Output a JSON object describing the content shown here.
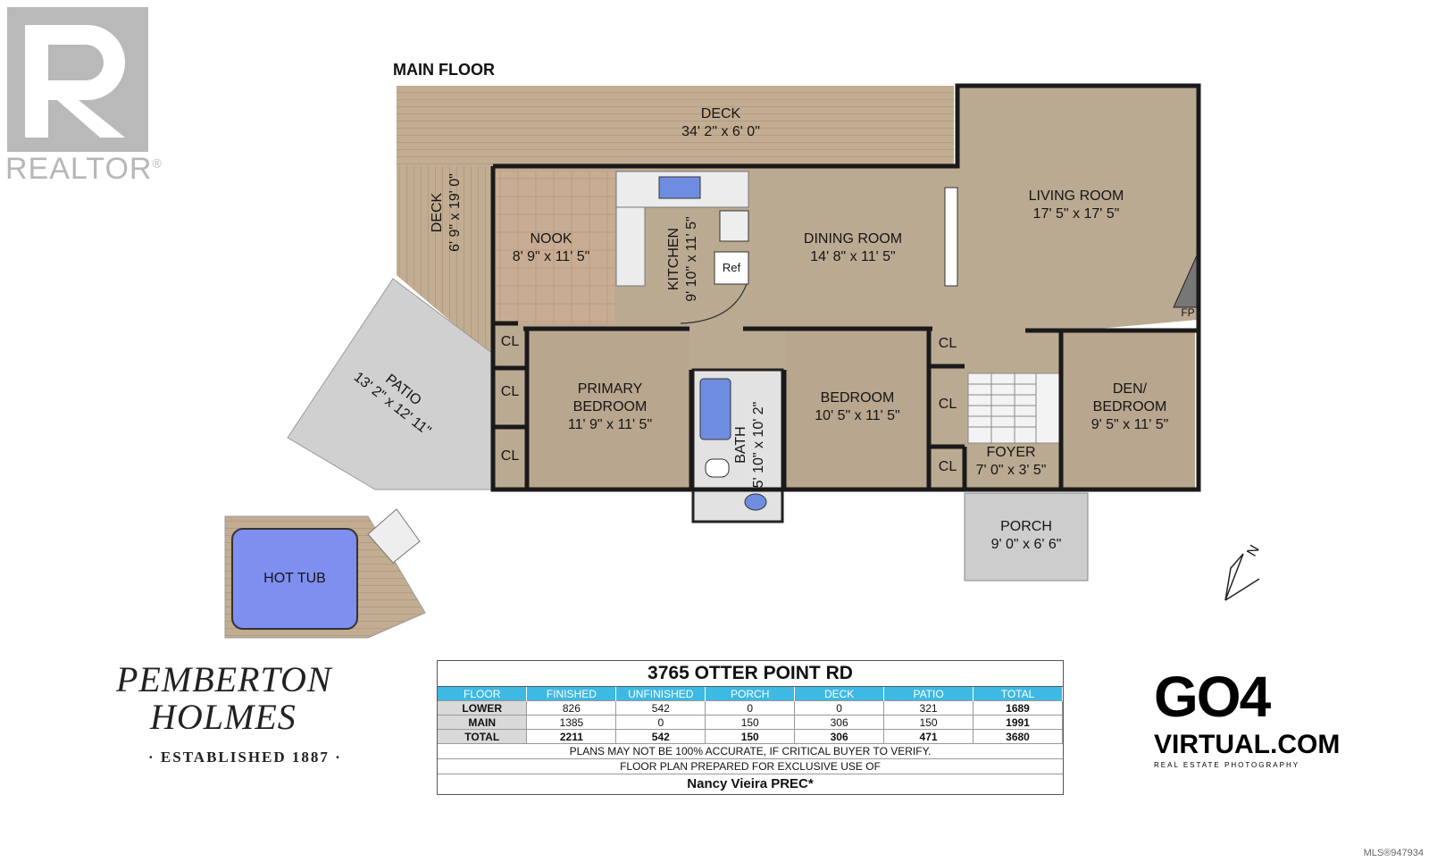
{
  "realtor": {
    "text": "REALTOR",
    "reg": "®"
  },
  "plan": {
    "floor_title": "MAIN FLOOR",
    "rooms": {
      "deck_top": {
        "name": "DECK",
        "dims": "34' 2\" x 6' 0\""
      },
      "deck_side": {
        "name": "DECK",
        "dims": "6' 9\" x 19' 0\""
      },
      "nook": {
        "name": "NOOK",
        "dims": "8' 9\" x 11' 5\""
      },
      "kitchen": {
        "name": "KITCHEN",
        "dims": "9' 10\" x 11' 5\""
      },
      "ref": {
        "name": "Ref"
      },
      "dining": {
        "name": "DINING ROOM",
        "dims": "14' 8\" x 11' 5\""
      },
      "living": {
        "name": "LIVING ROOM",
        "dims": "17' 5\" x 17' 5\""
      },
      "fp": {
        "name": "FP"
      },
      "patio": {
        "name": "PATIO",
        "dims": "13' 2\" x 12' 11\""
      },
      "primary": {
        "name1": "PRIMARY",
        "name2": "BEDROOM",
        "dims": "11' 9\" x 11' 5\""
      },
      "bath": {
        "name": "BATH",
        "dims": "5' 10\" x 10' 2\""
      },
      "bedroom": {
        "name": "BEDROOM",
        "dims": "10' 5\" x 11' 5\""
      },
      "den": {
        "name1": "DEN/",
        "name2": "BEDROOM",
        "dims": "9' 5\" x 11' 5\""
      },
      "foyer": {
        "name": "FOYER",
        "dims": "7' 0\" x 3' 5\""
      },
      "porch": {
        "name": "PORCH",
        "dims": "9' 0\" x 6' 6\""
      },
      "hot_tub": {
        "name": "HOT TUB"
      }
    },
    "closet_label": "CL",
    "north_label": "N"
  },
  "stats": {
    "title": "3765 OTTER POINT RD",
    "headers": [
      "FLOOR",
      "FINISHED",
      "UNFINISHED",
      "PORCH",
      "DECK",
      "PATIO",
      "TOTAL"
    ],
    "rows": [
      [
        "LOWER",
        "826",
        "542",
        "0",
        "0",
        "321",
        "1689"
      ],
      [
        "MAIN",
        "1385",
        "0",
        "150",
        "306",
        "150",
        "1991"
      ],
      [
        "TOTAL",
        "2211",
        "542",
        "150",
        "306",
        "471",
        "3680"
      ]
    ],
    "note1": "PLANS MAY NOT BE 100% ACCURATE, IF CRITICAL BUYER TO VERIFY.",
    "note2": "FLOOR PLAN PREPARED FOR EXCLUSIVE USE OF",
    "agent": "Nancy Vieira PREC*"
  },
  "pemberton": {
    "line1": "PEMBERTON",
    "line2": "HOLMES",
    "line3": "· ESTABLISHED 1887 ·"
  },
  "go4": {
    "brand": "GO4",
    "name": "VIRTUAL.COM",
    "tagline": "REAL ESTATE PHOTOGRAPHY"
  },
  "mls": "MLS®947934"
}
